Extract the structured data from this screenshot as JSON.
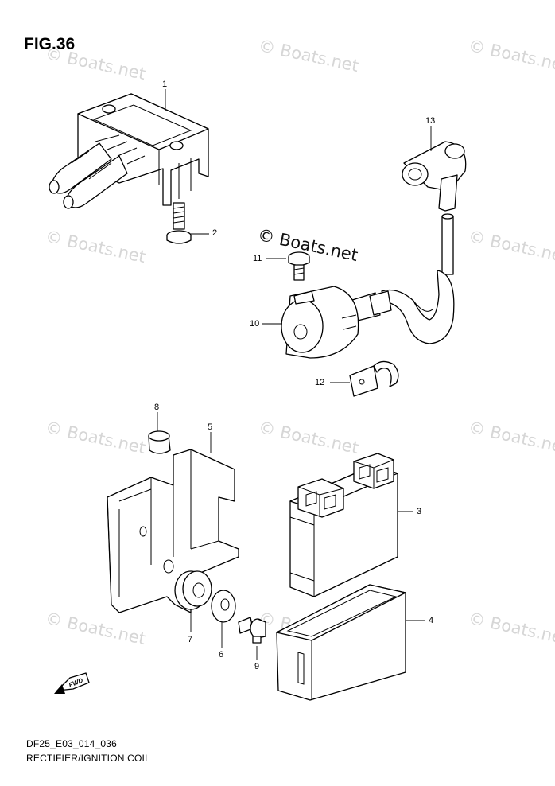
{
  "figure": {
    "title": "FIG.36",
    "code": "DF25_E03_014_036",
    "caption": "RECTIFIER/IGNITION COIL"
  },
  "watermark": {
    "text": "© Boats.net",
    "color": "#d6d6d6"
  },
  "fwd_arrow_label": "FWD",
  "parts": [
    {
      "number": "1"
    },
    {
      "number": "2"
    },
    {
      "number": "3"
    },
    {
      "number": "4"
    },
    {
      "number": "5"
    },
    {
      "number": "6"
    },
    {
      "number": "7"
    },
    {
      "number": "8"
    },
    {
      "number": "9"
    },
    {
      "number": "10"
    },
    {
      "number": "11"
    },
    {
      "number": "12"
    },
    {
      "number": "13"
    }
  ]
}
